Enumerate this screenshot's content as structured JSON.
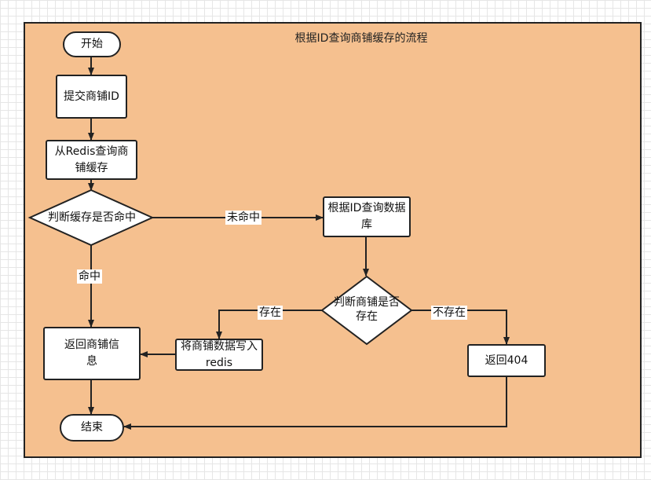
{
  "title": "根据ID查询商铺缓存的流程",
  "colors": {
    "container": "#f5c08f",
    "node": "#ffffff",
    "stroke": "#222222",
    "grid": "#e6e6e6"
  },
  "nodes": {
    "start": "开始",
    "submit": "提交商铺ID",
    "query_redis": "从Redis查询商铺缓存",
    "check_cache": "判断缓存是否命中",
    "query_db": "根据ID查询数据库",
    "check_exist": "判断商铺是否存在",
    "write_redis": "将商铺数据写入redis",
    "return_info": "返回商铺信息",
    "return_404": "返回404",
    "end": "结束"
  },
  "edges": {
    "miss": "未命中",
    "hit": "命中",
    "exist": "存在",
    "not_exist": "不存在"
  }
}
